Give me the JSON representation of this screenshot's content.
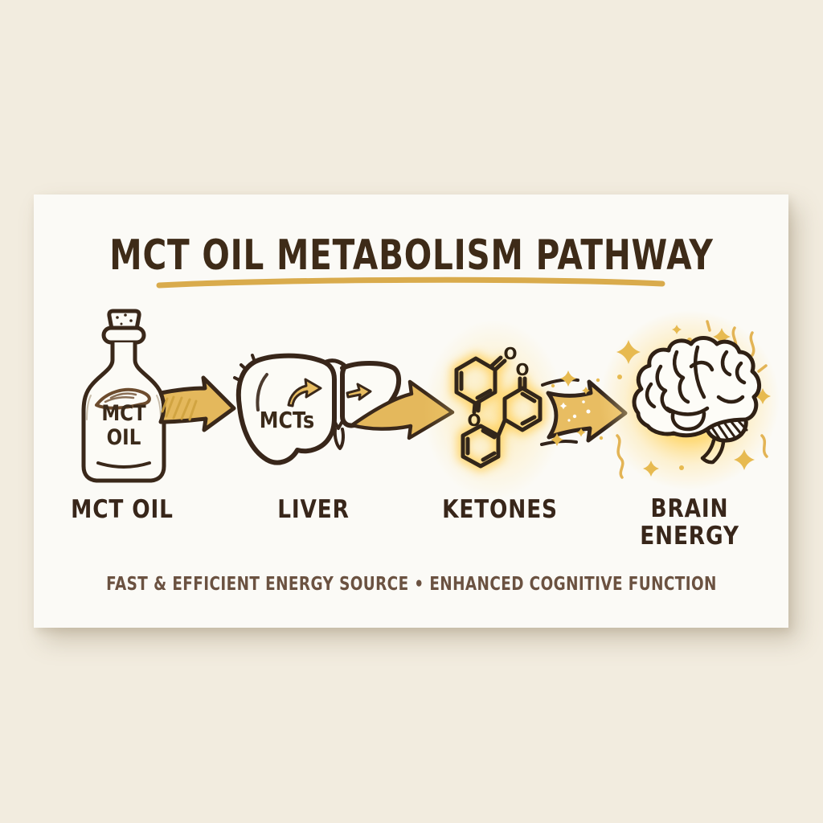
{
  "title": {
    "text": "MCT OIL METABOLISM PATHWAY"
  },
  "stages": [
    {
      "label": "MCT OIL",
      "icon": "mct-oil-bottle-icon",
      "bottle_label_line1": "MCT",
      "bottle_label_line2": "OIL"
    },
    {
      "label": "LIVER",
      "icon": "liver-icon",
      "inner_label": "MCTs"
    },
    {
      "label": "KETONES",
      "icon": "ketone-molecules-icon",
      "atom_labels": [
        "O",
        "O",
        "O"
      ]
    },
    {
      "label_line1": "BRAIN",
      "label_line2": "ENERGY",
      "icon": "glowing-brain-icon"
    }
  ],
  "caption": {
    "text": "FAST & EFFICIENT ENERGY SOURCE • ENHANCED COGNITIVE FUNCTION"
  },
  "colors": {
    "page_background": "#f2ecdf",
    "card_background": "#fbfaf6",
    "ink": "#38261a",
    "gold": "#e4b85c",
    "gold_dark": "#cfa23f",
    "underline_gold": "#d9ab4c",
    "glow_yellow": "#ffd966",
    "caption_text": "#6b5241"
  }
}
